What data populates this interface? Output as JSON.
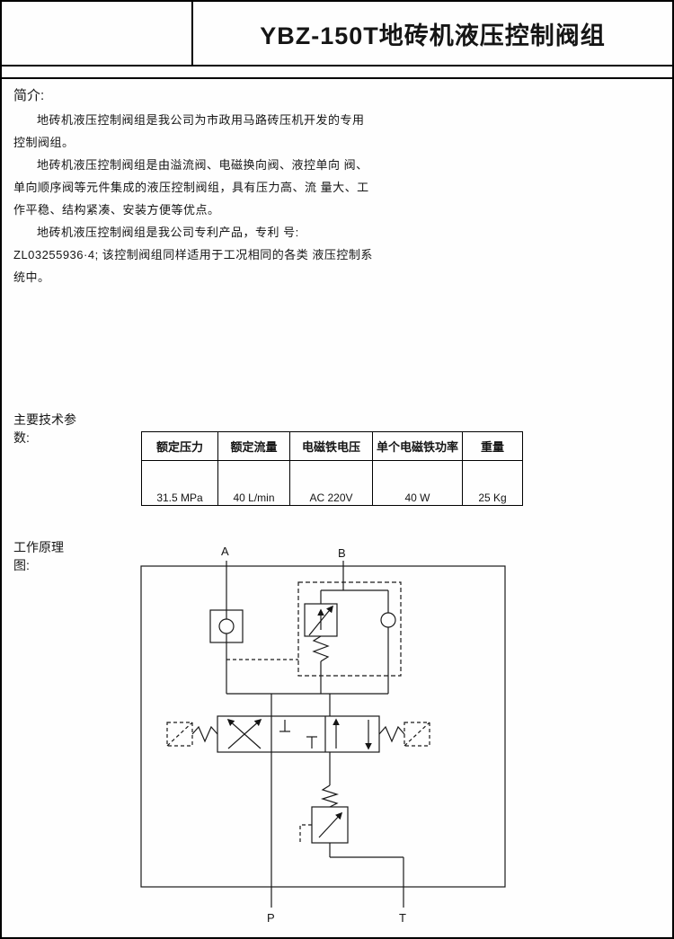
{
  "colors": {
    "paper": "#fefefe",
    "ink": "#151515",
    "line": "#000000"
  },
  "header": {
    "title": "YBZ-150T地砖机液压控制阀组"
  },
  "intro": {
    "heading": "简介:",
    "paragraphs": [
      "地砖机液压控制阀组是我公司为市政用马路砖压机开发的专用控制阀组。",
      "地砖机液压控制阀组是由溢流阀、电磁换向阀、液控单向 阀、单向顺序阀等元件集成的液压控制阀组，具有压力高、流 量大、工作平稳、结构紧凑、安装方便等优点。",
      "地砖机液压控制阀组是我公司专利产品，专利 号: ZL03255936·4; 该控制阀组同样适用于工况相同的各类 液压控制系统中。"
    ]
  },
  "params": {
    "heading": "主要技术参数:",
    "table": {
      "headers": [
        "额定压力",
        "额定流量",
        "电磁铁电压",
        "单个电磁铁功率",
        "重量"
      ],
      "values": [
        "31.5 MPa",
        "40 L/min",
        "AC 220V",
        "40 W",
        "25 Kg"
      ]
    }
  },
  "diagram": {
    "heading": "工作原理图:",
    "ports": {
      "a": "A",
      "b": "B",
      "p": "P",
      "t": "T"
    }
  }
}
